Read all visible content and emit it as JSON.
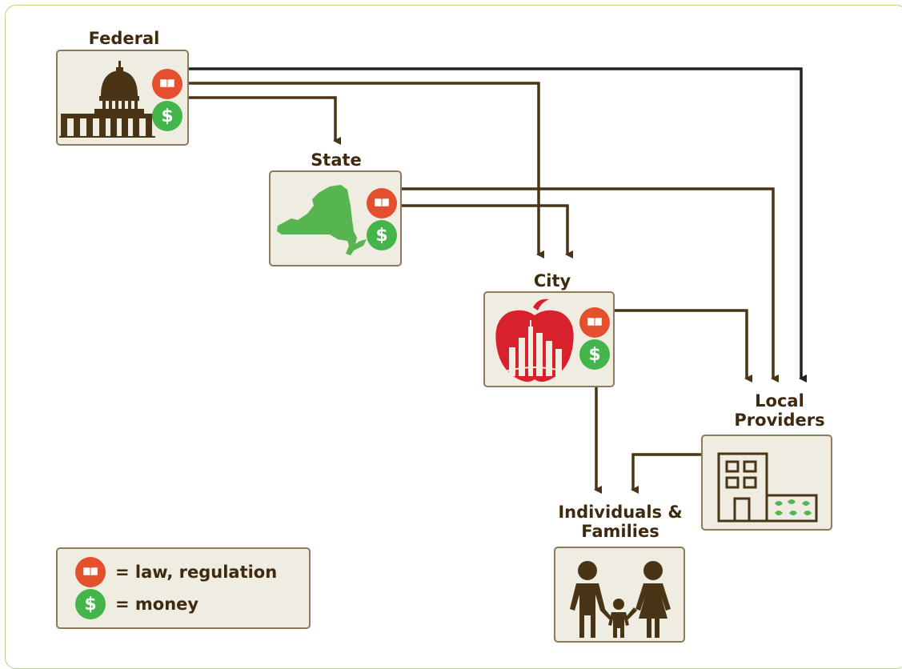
{
  "nodes": {
    "federal": {
      "label": "Federal"
    },
    "state": {
      "label": "State"
    },
    "city": {
      "label": "City"
    },
    "local_providers": {
      "label": "Local\nProviders"
    },
    "individuals_families": {
      "label": "Individuals &\nFamilies"
    }
  },
  "legend": {
    "law_text": "= law, regulation",
    "money_text": "= money",
    "money_symbol": "$"
  },
  "icons": {
    "law": "law-book-icon",
    "money": "dollar-icon",
    "federal": "capitol-building-icon",
    "state": "new-york-state-map-icon",
    "city": "big-apple-skyline-icon",
    "providers": "office-building-icon",
    "families": "family-icon"
  },
  "colors": {
    "law": "#e4502d",
    "money": "#43b54a",
    "brown": "#4a3416",
    "state_green": "#56b451",
    "city_red": "#d9202d",
    "box_fill": "#efece1"
  }
}
